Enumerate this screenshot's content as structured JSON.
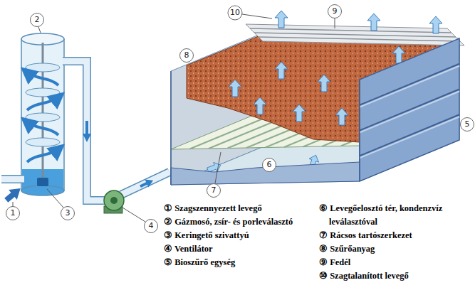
{
  "diagram": {
    "labels": [
      "1",
      "2",
      "3",
      "4",
      "5",
      "6",
      "7",
      "8",
      "9",
      "10",
      "① Szagszennyezett levegő",
      "② Gázmosó, zsír- és porleválasztó",
      "③ Keringető szivattyú",
      "④ Ventilátor",
      "⑤ Bioszűrő egység",
      "⑥ Levegőelosztó tér, kondenzvíz leválasztóval",
      "⑦ Rácsos tartószerkezet",
      "⑧ Szűrőanyag",
      "⑨ Fedél",
      "⑩ Szagtalanított levegő"
    ]
  }
}
